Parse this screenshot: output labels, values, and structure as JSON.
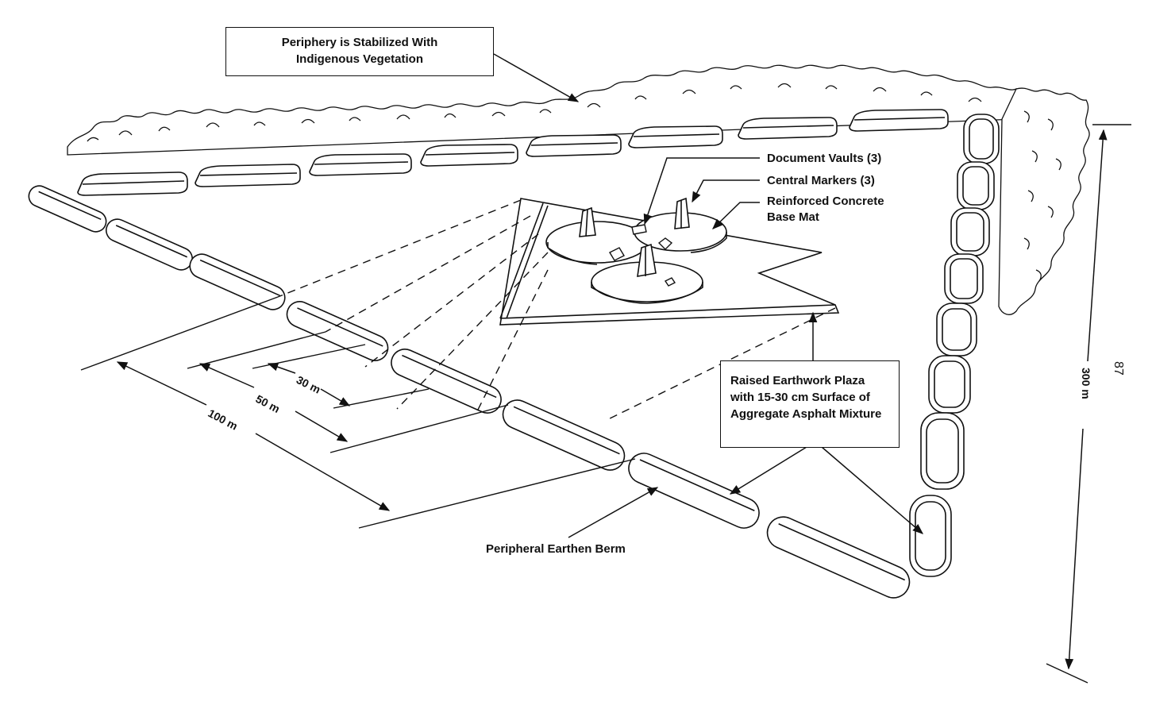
{
  "callouts": {
    "vegetation": [
      "Periphery is Stabilized With",
      "Indigenous Vegetation"
    ],
    "document_vaults": "Document Vaults (3)",
    "central_markers": "Central Markers (3)",
    "base_mat": [
      "Reinforced Concrete",
      "Base Mat"
    ],
    "plaza": [
      "Raised Earthwork Plaza",
      "with 15-30 cm Surface of",
      "Aggregate Asphalt Mixture"
    ],
    "berm": "Peripheral Earthen Berm"
  },
  "dimensions": {
    "d30": "30 m",
    "d50": "50 m",
    "d100": "100 m",
    "d300": "300 m"
  },
  "page_number": "87"
}
